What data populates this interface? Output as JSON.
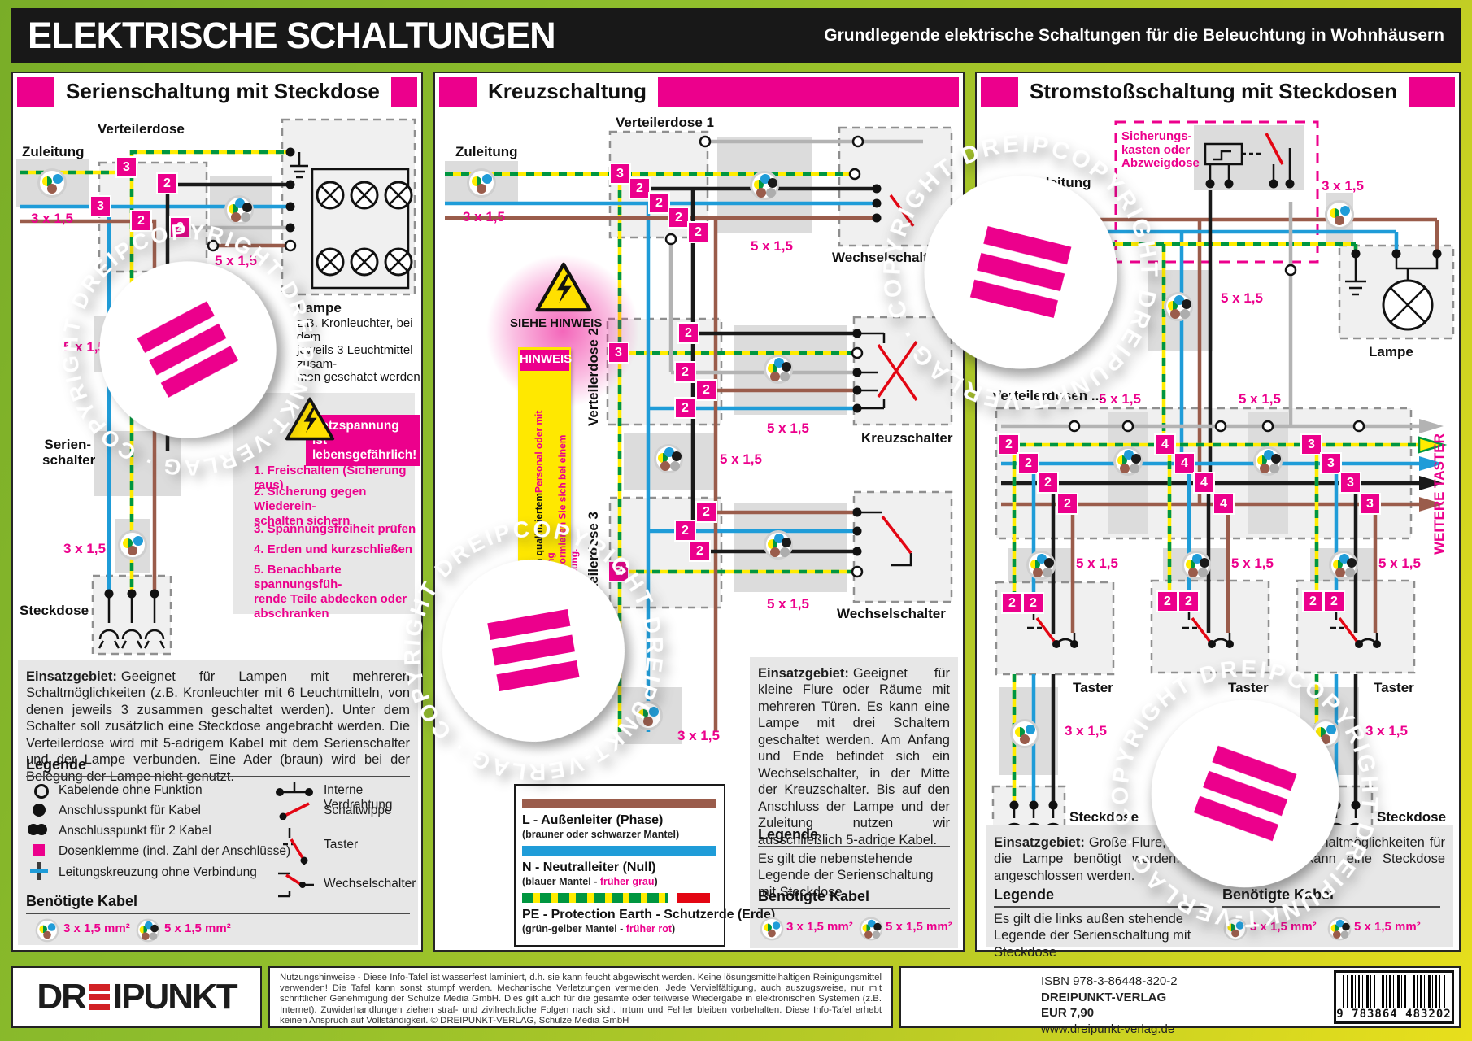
{
  "header": {
    "title": "ELEKTRISCHE SCHALTUNGEN",
    "subtitle": "Grundlegende elektrische Schaltungen für die Beleuchtung in Wohnhäusern"
  },
  "watermark": {
    "text": "COPYRIGHT DREIPUNKT-VERLAG · COPYRIGHT DREIPUNKT-VERLAG · "
  },
  "common": {
    "zuleitung": "Zuleitung",
    "c3": "3 x 1,5",
    "c5": "5 x 1,5",
    "mm3": "3 x 1,5 mm²",
    "mm5": "5 x 1,5 mm²",
    "legende": "Legende",
    "benoetigte_kabel": "Benötigte Kabel",
    "einsatz_label": "Einsatzgebiet:",
    "taster": "Taster",
    "steckdose": "Steckdose",
    "wechselschalter": "Wechselschalter",
    "lampe": "Lampe"
  },
  "series": {
    "title": "Serienschaltung mit Steckdose",
    "verteilerdose": "Verteilerdose",
    "serienschalter": "Serien-\nschalter",
    "lampe_caption": "z.B. Kronleuchter, bei dem\njeweils 3 Leuchtmittel zusam-\nmen geschatet werden",
    "badges": [
      "3",
      "3",
      "2",
      "2",
      "2"
    ],
    "warning_title": "Netzspannung ist\nlebensgefährlich!",
    "warning_items": [
      "1. Freischalten (Sicherung raus)",
      "2. Sicherung gegen Wiederein-\n    schalten sichern",
      "3. Spannungsfreiheit prüfen",
      "4. Erden und kurzschließen",
      "5. Benachbarte spannungsfüh-\n    rende Teile abdecken oder\n    abschranken"
    ],
    "einsatz": "Geeignet für Lampen mit mehreren Schaltmöglichkeiten (z.B. Kronleuchter mit 6 Leuchtmitteln, von denen jeweils 3 zusammen geschaltet werden). Unter dem Schalter soll zusätzlich eine Steckdose angebracht werden. Die Verteilerdose wird mit 5-adrigem Kabel mit dem Serienschalter und der Lampe verbunden. Eine Ader (braun) wird bei der Belegung der Lampe nicht genutzt.",
    "legend_left": [
      "Kabelende ohne Funktion",
      "Anschlusspunkt für Kabel",
      "Anschlusspunkt für 2 Kabel",
      "Dosenklemme (incl. Zahl der Anschlüsse)",
      "Leitungskreuzung ohne Verbindung"
    ],
    "legend_right": [
      "Interne Verdrahtung",
      "Schaltwippe",
      "Taster",
      "Wechselschalter"
    ]
  },
  "kreuz": {
    "title": "Kreuzschaltung",
    "verteilerdose1": "Verteilerdose 1",
    "verteilerdose2": "Verteilerdose 2",
    "verteilerdose3": "Verteilerdose 3",
    "kreuzschalter": "Kreuzschalter",
    "siehe_hinweis": "SIEHE HINWEIS",
    "hinweis_title": "HINWEIS",
    "hinweis_line1": "Installationen dürfen nur von qualifiziertem",
    "hinweis_rest": "Personal oder mit entsprechender Unterweisung\nausgeführt werden. Bitte informieren Sie sich bei einem\nFachbetrieb der Elektroinnung.",
    "badges": [
      "3",
      "2",
      "2",
      "2",
      "2",
      "2",
      "3",
      "2",
      "2",
      "2",
      "2",
      "2",
      "2",
      "3"
    ],
    "wire_legend": {
      "l1": "L - Außenleiter (Phase)",
      "l2": "(brauner oder schwarzer Mantel)",
      "n1": "N - Neutralleiter (Null)",
      "n2_pre": "(blauer Mantel - ",
      "n2_pink": "früher grau",
      "n2_post": ")",
      "pe1": "PE - Protection Earth - Schutzerde (Erde)",
      "pe2_pre": "(grün-gelber Mantel - ",
      "pe2_pink": "früher rot",
      "pe2_post": ")"
    },
    "einsatz": "Geeignet für kleine Flure oder Räume mit mehreren Türen. Es kann eine Lampe mit drei Schaltern geschaltet werden. Am Anfang und Ende befindet sich ein Wechselschalter, in der Mitte der Kreuzschalter. Bis auf den Anschluss der Lampe und der Zuleitung nutzen wir ausschließlich 5-adrige Kabel.",
    "legende_text": "Es gilt die nebenstehende Legende der Serienschaltung mit Steckdose"
  },
  "strom": {
    "title": "Stromstoßschaltung mit Steckdosen",
    "sicherungskasten": "Sicherungs-\nkasten  oder\nAbzweigdose",
    "verteilerdosen": "Verteilerdosen ...",
    "weitere_taster": "WEITERE TASTER",
    "badges": [
      "2",
      "2",
      "2",
      "2",
      "4",
      "4",
      "4",
      "4",
      "3",
      "3",
      "3",
      "3",
      "2",
      "2",
      "2",
      "2",
      "2",
      "2"
    ],
    "einsatz": "Große Flure, z.B. wenn mehr als 3 Schaltmöglichkeiten für die Lampe benötigt werden. An jeden Taster kann eine Steckdose angeschlossen werden.",
    "legende_text": "Es gilt die links außen stehende Legende der Serienschaltung mit Steckdose"
  },
  "footer": {
    "brand_pre": "DR",
    "brand_post": "IPUNKT",
    "nutzung": "Nutzungshinweise - Diese Info-Tafel ist wasserfest laminiert, d.h. sie kann feucht abgewischt werden. Keine lösungsmittelhaltigen Reinigungsmittel verwenden! Die Tafel kann sonst stumpf werden. Mechanische Verletzungen vermeiden. Jede Vervielfältigung, auch auszugsweise, nur mit schriftlicher Genehmigung der Schulze Media GmbH. Dies gilt auch für die gesamte oder teilweise Wiedergabe in elektronischen Systemen (z.B. Internet). Zuwiderhandlungen ziehen straf- und zivilrechtliche Folgen nach sich. Irrtum und Fehler bleiben vorbehalten. Diese Info-Tafel erhebt keinen Anspruch auf Vollständigkeit. © DREIPUNKT-VERLAG, Schulze Media GmbH",
    "isbn": "ISBN  978-3-86448-320-2",
    "verlag": "DREIPUNKT-VERLAG",
    "preis": "EUR 7,90",
    "web": "www.dreipunkt-verlag.de",
    "barcode_digits": "9 783864 483202"
  }
}
